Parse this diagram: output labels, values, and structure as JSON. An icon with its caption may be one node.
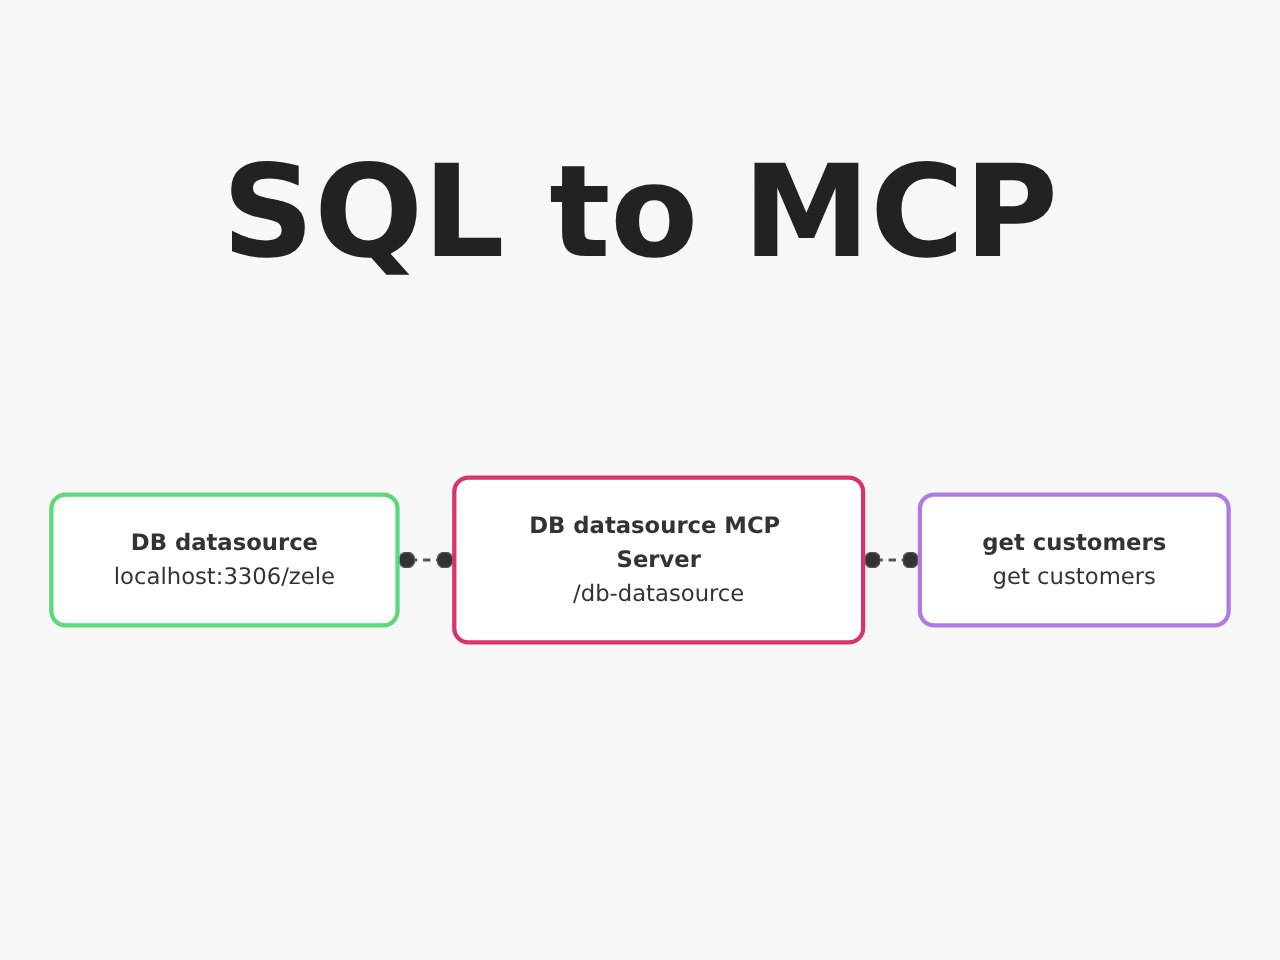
{
  "diagram": {
    "title": "SQL to MCP",
    "nodes": [
      {
        "text": [
          "DB datasource",
          "localhost:3306/zele"
        ]
      },
      {
        "text": [
          "DB datasource MCP Server",
          "/db-datasource"
        ]
      },
      {
        "text": [
          "get customers",
          "get customers"
        ]
      }
    ],
    "edges": [
      {
        "from": 0,
        "to": 1,
        "arrow": "other",
        "style": "dashed"
      },
      {
        "from": 1,
        "to": 2,
        "arrow": "other",
        "style": "dashed"
      }
    ]
  }
}
